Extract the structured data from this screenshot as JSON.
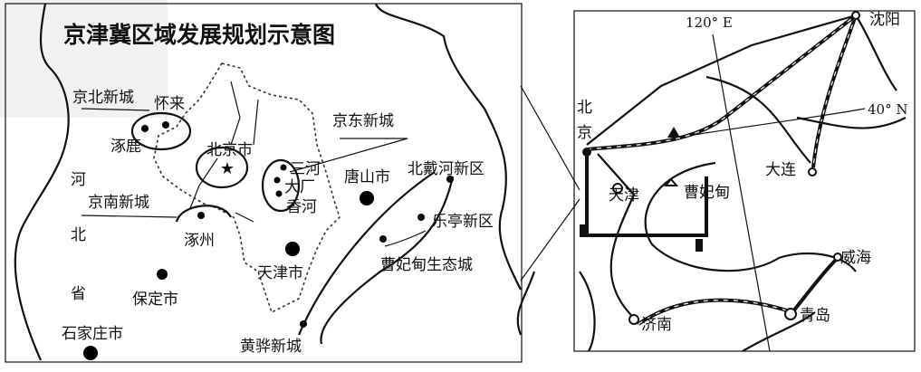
{
  "left_map": {
    "title": "京津冀区域发展规划示意图",
    "province_label": [
      "河",
      "北",
      "省"
    ],
    "labels": {
      "jingbei": "京北新城",
      "huailai": "怀来",
      "zhuolu": "涿鹿",
      "beijing": "北京市",
      "jingdong": "京东新城",
      "sanhe": "三河",
      "dachang": "大厂",
      "xianghe": "香河",
      "tangshan": "唐山市",
      "beidaihe": "北戴河新区",
      "jingnan": "京南新城",
      "zhuozhou": "涿州",
      "laoting": "乐亭新区",
      "caofeidian": "曹妃甸生态城",
      "tianjin": "天津市",
      "baoding": "保定市",
      "shijiazhuang": "石家庄市",
      "huanghua": "黄骅新城"
    }
  },
  "right_map": {
    "meridian": "120° E",
    "parallel": "40° N",
    "labels": {
      "shenyang": "沈阳",
      "beijing_1": "北",
      "beijing_2": "京",
      "dalian": "大连",
      "tianjin": "天津",
      "caofeidian": "曹妃甸",
      "weihai": "威海",
      "qingdao": "青岛",
      "jinan": "济南"
    }
  }
}
